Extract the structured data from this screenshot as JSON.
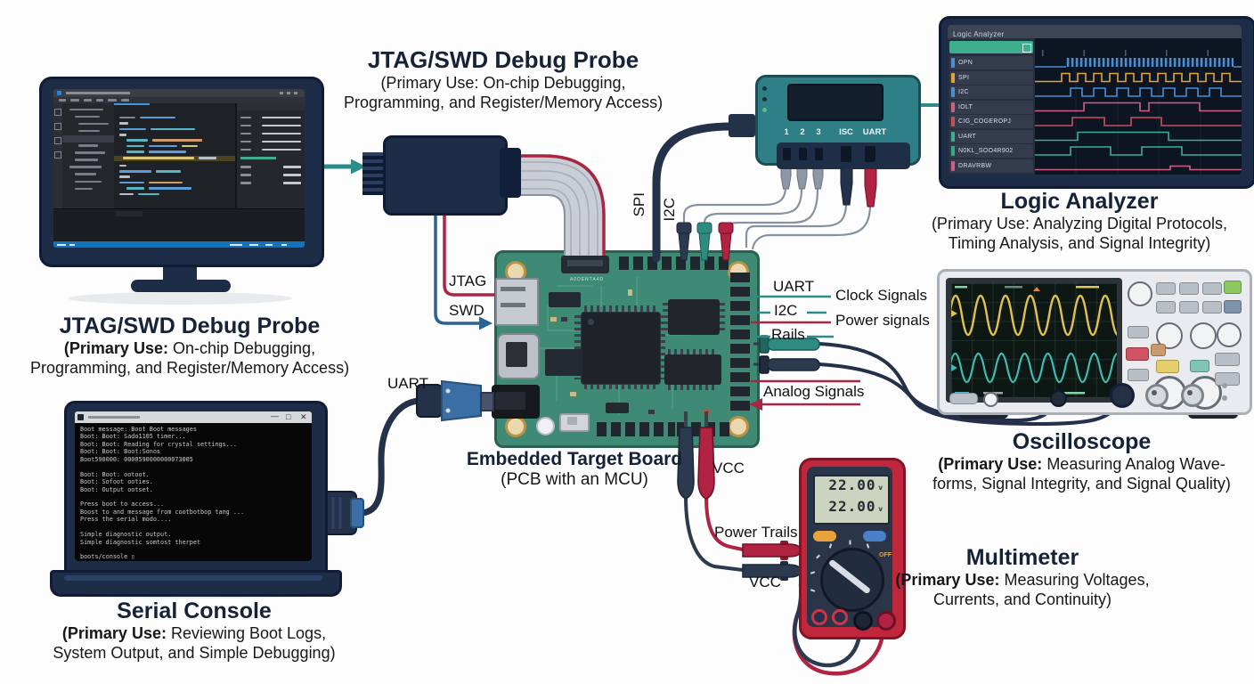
{
  "sections": {
    "probe_top": {
      "title": "JTAG/SWD Debug Probe",
      "caption_line1": "(Primary Use: On-chip Debugging,",
      "caption_line2": "Programming, and Register/Memory Access)"
    },
    "ide_monitor": {
      "title": "JTAG/SWD Debug Probe",
      "caption_bold": "(Primary Use:",
      "caption_line1_rest": " On-chip Debugging,",
      "caption_line2": "Programming, and Register/Memory Access)"
    },
    "logic_analyzer": {
      "title": "Logic Analyzer",
      "caption_line1": "(Primary Use: Analyzing Digital Protocols,",
      "caption_line2": "Timing Analysis, and Signal Integrity)"
    },
    "oscilloscope": {
      "title": "Oscilloscope",
      "caption_bold": "(Primary Use:",
      "caption_line1_rest": " Measuring Analog Wave-",
      "caption_line2": "forms, Signal Integrity, and Signal Quality)"
    },
    "multimeter": {
      "title": "Multimeter",
      "caption_bold": "(Primary Use:",
      "caption_line1_rest": " Measuring Voltages,",
      "caption_line2": "Currents, and Continuity)"
    },
    "serial_console": {
      "title": "Serial Console",
      "caption_bold": "(Primary Use:",
      "caption_line1_rest": " Reviewing Boot Logs,",
      "caption_line2": "System Output, and Simple Debugging)"
    },
    "board": {
      "title": "Embedded Target Board",
      "caption": "(PCB with an MCU)",
      "silkscreen": "A0DENTA4D"
    }
  },
  "wire_labels": {
    "jtag": "JTAG",
    "swd": "SWD",
    "uart_serial": "UART",
    "spi": "SPI",
    "i2c_probe": "I2C",
    "uart_right": "UART",
    "i2c_right": "I2C",
    "rails": "Rails",
    "clock_signals": "Clock Signals",
    "power_signals": "Power signals",
    "analog_signals": "Analog Signals",
    "vcc_top": "VCC",
    "power_trails": "Power Trails",
    "vcc_bottom": "VCC"
  },
  "logic_pod": {
    "ports": [
      "1",
      "2",
      "3",
      "ISC",
      "UART"
    ]
  },
  "logic_screen": {
    "title": "Logic Analyzer",
    "channels": [
      {
        "label": "OPN",
        "color": "#4a8fd4"
      },
      {
        "label": "SPI",
        "color": "#e0a43c"
      },
      {
        "label": "I2C",
        "color": "#4a8fd4"
      },
      {
        "label": "IOLT",
        "color": "#cf5f84"
      },
      {
        "label": "CIG_COGEROPJ",
        "color": "#c4505e"
      },
      {
        "label": "UART",
        "color": "#3fae8f"
      },
      {
        "label": "N0KL_SOO4R902",
        "color": "#37a987"
      },
      {
        "label": "DRAVRBW",
        "color": "#cf5f84"
      }
    ]
  },
  "terminal": {
    "window_controls": [
      "—",
      "□",
      "✕"
    ],
    "lines": [
      "Boot message: Boot Boot messages",
      "Boot: Boot: Sado1105 timer...",
      "Boot: Boot: Reading for crystal settings...",
      "Boot: Boot: Boot:Sonos",
      "Boot590000: 0000590000000073005",
      "",
      "Boot: Boot: ootoot.",
      "Boot: Sofoot ooties.",
      "Boot: Output ootset.",
      "",
      "Press boot to access...",
      "Boost to and message from cootbotbop tang ...",
      "Press the serial modo....",
      "",
      "Simple diagnostic output.",
      "Simple diagnostic somtost therpet",
      "",
      "boots/console ▯"
    ]
  },
  "multimeter_device": {
    "display_line1": "22.00",
    "display_line2": "22.00",
    "unit": "v",
    "dial_off": "OFF"
  },
  "colors": {
    "accent_teal": "#2e8b8b",
    "wire_red": "#a92643",
    "wire_blue": "#2b6290",
    "navy": "#1d2c47",
    "pcb": "#3f8a75",
    "pod_teal": "#2f7f86",
    "meter_red": "#c0273c"
  }
}
